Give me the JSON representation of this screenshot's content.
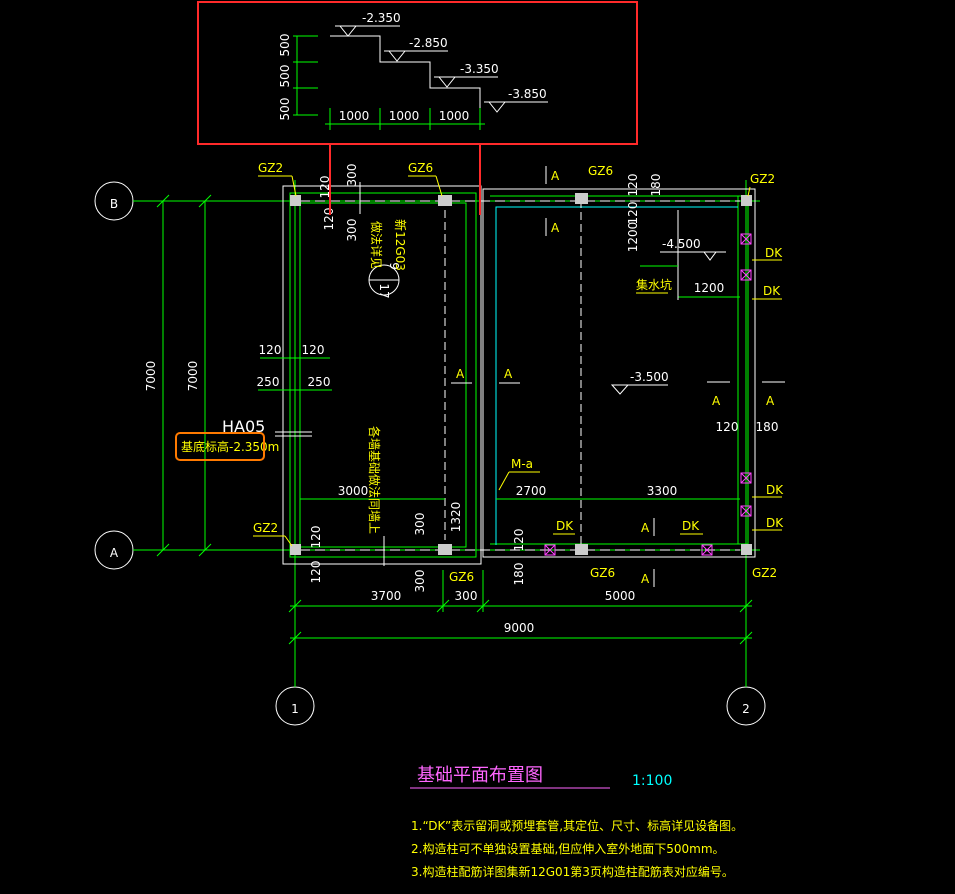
{
  "drawing": {
    "title": "基础平面布置图",
    "scale": "1:100",
    "notes": [
      "1.“DK”表示留洞或预埋套管,其定位、尺寸、标高详见设备图。",
      "2.构造柱可不单独设置基础,但应伸入室外地面下500mm。",
      "3.构造柱配筋详图集新12G01第3页构造柱配筋表对应编号。"
    ]
  },
  "axes": {
    "rows": [
      "B",
      "A"
    ],
    "cols": [
      "1",
      "2"
    ]
  },
  "step_detail": {
    "elevations": [
      "-2.350",
      "-2.850",
      "-3.350",
      "-3.850"
    ],
    "rise_labels": [
      "500",
      "500",
      "500"
    ],
    "run_labels": [
      "1000",
      "1000",
      "1000"
    ]
  },
  "columns": {
    "gz2": "GZ2",
    "gz6": "GZ6"
  },
  "labels": {
    "section_a": "A",
    "dk": "DK",
    "ha05": "HA05",
    "base_elev": "基底标高-2.350m",
    "pit_elev": "-4.500",
    "pit_name": "集水坑",
    "floor_elev": "-3.500",
    "door": "M-a",
    "detail_ref": "做法详见",
    "detail_atlas": "新12G03",
    "detail_num": "9",
    "detail_page": "17",
    "wall_note": "各墙基础做法同墙上"
  },
  "dims": {
    "overall_v_outer": "7000",
    "overall_v_inner": "7000",
    "bottom_left": "3700",
    "bottom_mid": "300",
    "bottom_right": "5000",
    "bottom_total": "9000",
    "d120": "120",
    "d180": "180",
    "d250": "250",
    "d300": "300",
    "d1200": "1200",
    "d1320": "1320",
    "d3000": "3000",
    "d2700": "2700",
    "d3300": "3300"
  }
}
